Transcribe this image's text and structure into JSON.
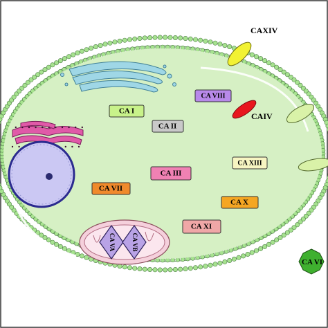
{
  "labels": {
    "ca_xiv": "CAXIV",
    "ca_iv": "CAIV",
    "ca_i": "CA I",
    "ca_ii": "CA II",
    "ca_viii": "CA VIII",
    "ca_xiii": "CA XIII",
    "ca_iii": "CA III",
    "ca_vii": "CA VII",
    "ca_x": "CA X",
    "ca_xi": "CA XI",
    "ca_va": "CA VA",
    "ca_vb": "CA VB",
    "ca_vi": "CA VI"
  },
  "colors": {
    "cytoplasm": "#d6f0c4",
    "membrane_head": "#a6e28f",
    "membrane_tail": "#7fb37a",
    "nucleus": "#c9c7f2",
    "er": "#d2409a",
    "golgi": "#6fb5c9",
    "mito_outer": "#f2c4d4",
    "ca_i": "#c8f28a",
    "ca_ii": "#c9c9c9",
    "ca_viii": "#b889ea",
    "ca_xiii": "#f7f5c2",
    "ca_iii": "#f081b3",
    "ca_vii": "#f08a2c",
    "ca_x": "#f5a623",
    "ca_xi": "#f0a7a7",
    "ca_v": "#b9a3e6",
    "ca_iv": "#e8161e",
    "ca_xiv": "#f2f233",
    "ca_vi": "#3fb02f",
    "channel": "#d9f2a8"
  }
}
